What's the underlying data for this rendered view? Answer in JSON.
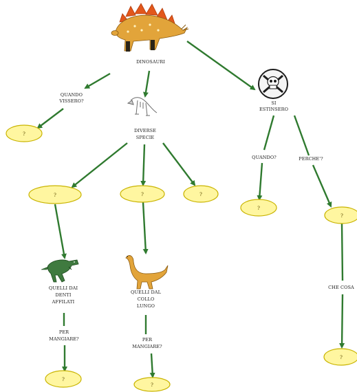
{
  "nodes": {
    "dinosauri": "DINOSAURI",
    "quando_vissero": [
      "QUANDO",
      "VISSERO?"
    ],
    "diverse_specie": [
      "DIVERSE",
      "SPECIE"
    ],
    "si_estinsero": [
      "SI",
      "ESTINSERO"
    ],
    "quando": "QUANDO?",
    "perche": "PERCHE'?",
    "denti_affilati": [
      "QUELLI DAI",
      "DENTI",
      "AFFILATI"
    ],
    "collo_lungo": [
      "QUELLI DAL",
      "COLLO",
      "LUNGO"
    ],
    "per_mangiare_1": [
      "PER",
      "MANGIARE?"
    ],
    "per_mangiare_2": [
      "PER",
      "MANGIARE?"
    ],
    "che_cosa": "CHE COSA"
  },
  "oval_text": "?",
  "icons": {
    "stegosaurus": "stegosaurus-icon",
    "skull": "skull-crossbones-icon",
    "skeleton": "dinosaur-skeleton-icon",
    "trex": "tyrannosaurus-icon",
    "sauropod": "sauropod-icon"
  },
  "colors": {
    "edge": "#2f7a2f",
    "oval_fill": "#fff6a0",
    "oval_stroke": "#c9b400"
  }
}
